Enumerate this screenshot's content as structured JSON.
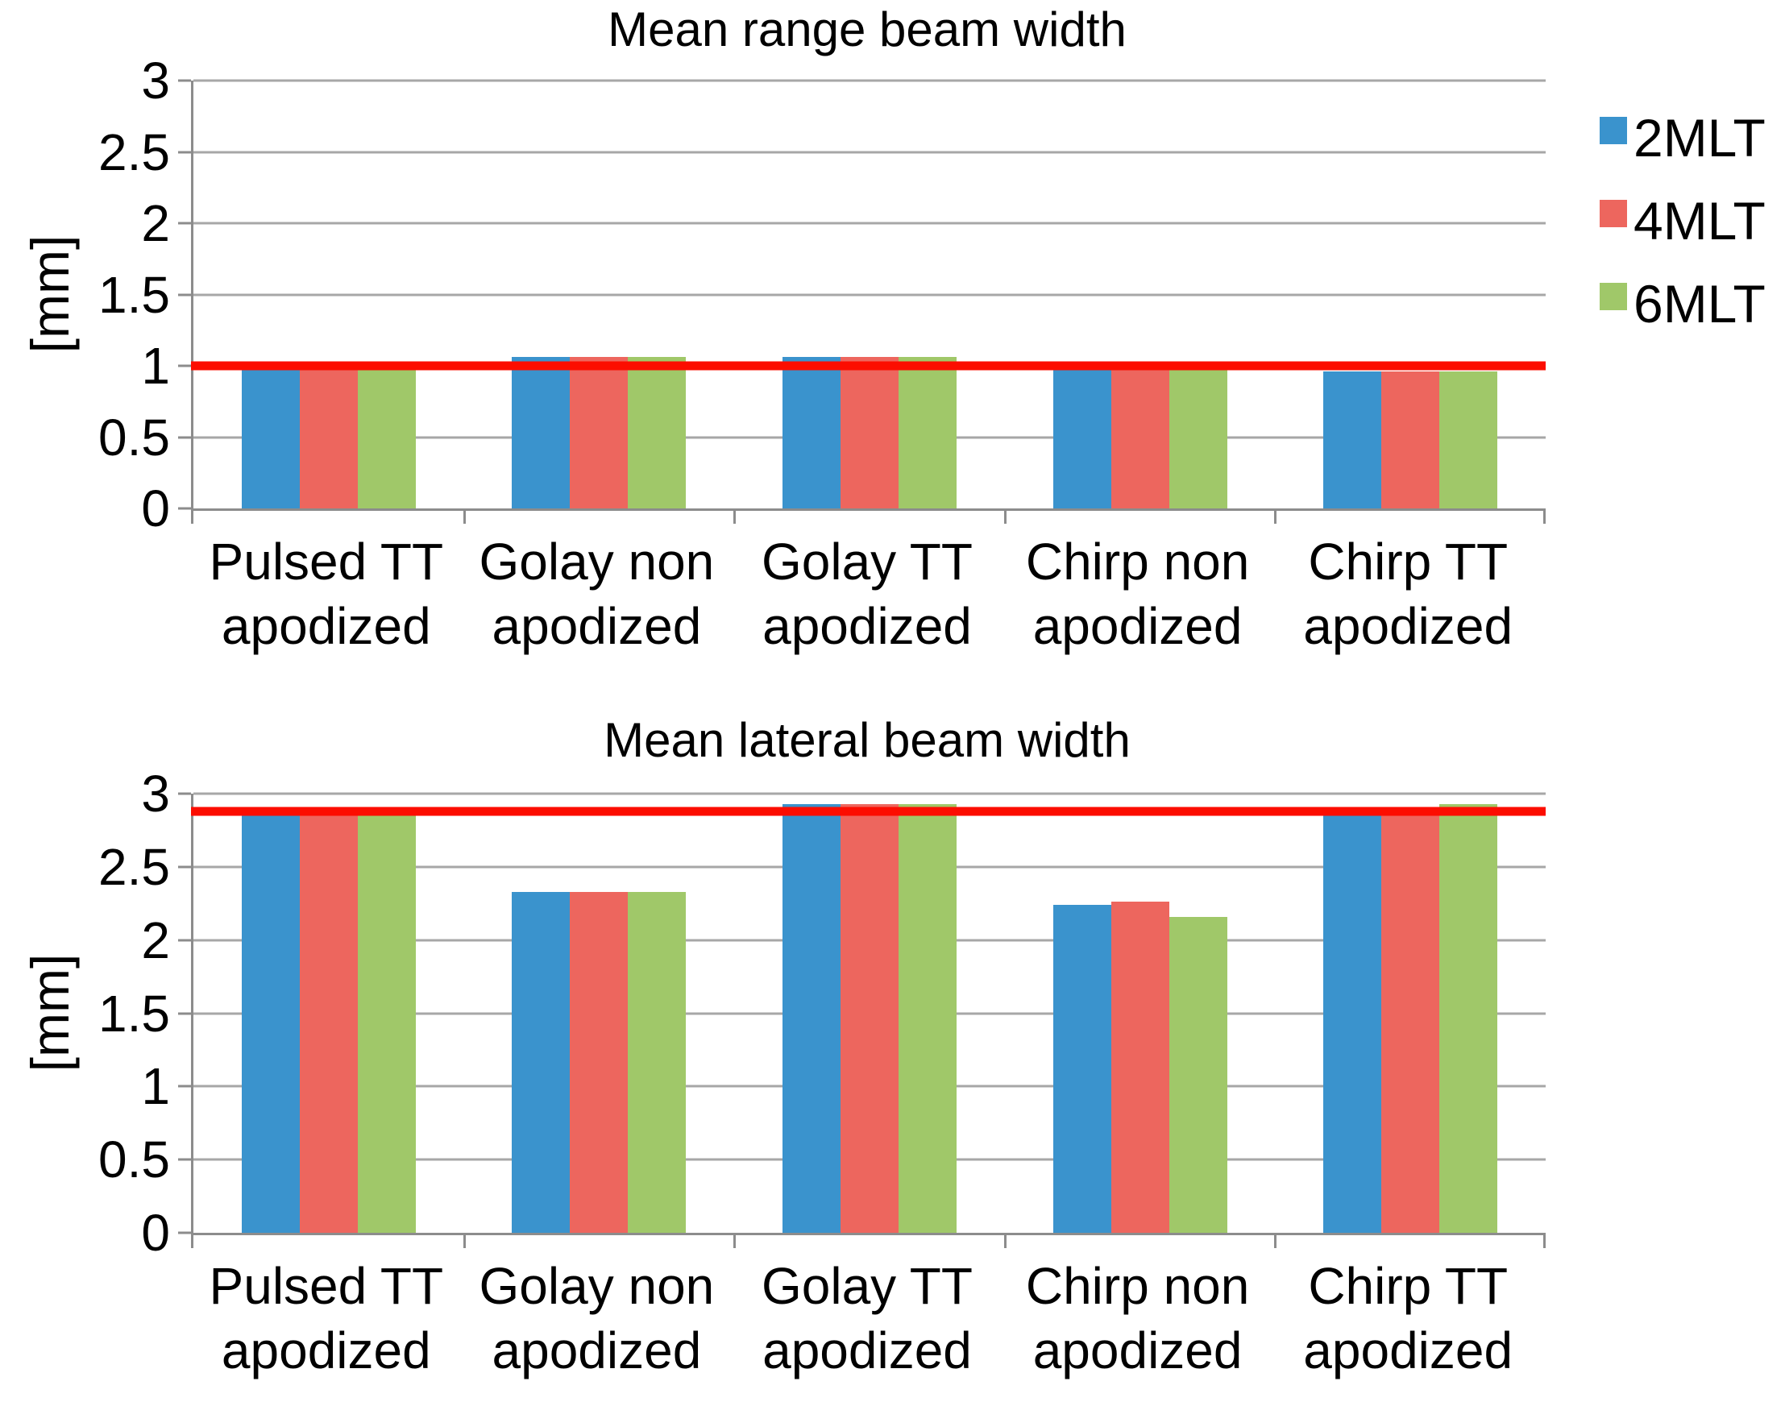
{
  "colors": {
    "series_blue": "#3A93CD",
    "series_red": "#ED665E",
    "series_green": "#A0C869",
    "reference_line": "#FC0D00",
    "gridline": "#A7A7A7",
    "axis": "#8C8C8C",
    "text": "#000000"
  },
  "legend": {
    "position": "right-of-top-chart",
    "items": [
      {
        "label": "2MLT",
        "color": "#3A93CD"
      },
      {
        "label": "4MLT",
        "color": "#ED665E"
      },
      {
        "label": "6MLT",
        "color": "#A0C869"
      }
    ]
  },
  "chart_data": [
    {
      "type": "bar",
      "title": "Mean range beam width",
      "xlabel": "",
      "ylabel": "[mm]",
      "ylim": [
        0,
        3
      ],
      "y_tick_step": 0.5,
      "y_ticks": [
        "3",
        "2.5",
        "2",
        "1.5",
        "1",
        "0.5",
        "0"
      ],
      "grid": true,
      "reference_line_value": 1.0,
      "categories": [
        [
          "Pulsed TT",
          "apodized"
        ],
        [
          "Golay non",
          "apodized"
        ],
        [
          "Golay TT",
          "apodized"
        ],
        [
          "Chirp non",
          "apodized"
        ],
        [
          "Chirp TT",
          "apodized"
        ]
      ],
      "series": [
        {
          "name": "2MLT",
          "color": "#3A93CD",
          "values": [
            0.97,
            1.06,
            1.06,
            1.02,
            0.96
          ]
        },
        {
          "name": "4MLT",
          "color": "#ED665E",
          "values": [
            0.97,
            1.06,
            1.06,
            0.99,
            0.96
          ]
        },
        {
          "name": "6MLT",
          "color": "#A0C869",
          "values": [
            0.97,
            1.06,
            1.06,
            1.02,
            0.96
          ]
        }
      ]
    },
    {
      "type": "bar",
      "title": "Mean lateral beam width",
      "xlabel": "",
      "ylabel": "[mm]",
      "ylim": [
        0,
        3
      ],
      "y_tick_step": 0.5,
      "y_ticks": [
        "3",
        "2.5",
        "2",
        "1.5",
        "1",
        "0.5",
        "0"
      ],
      "grid": true,
      "reference_line_value": 2.88,
      "categories": [
        [
          "Pulsed TT",
          "apodized"
        ],
        [
          "Golay non",
          "apodized"
        ],
        [
          "Golay TT",
          "apodized"
        ],
        [
          "Chirp non",
          "apodized"
        ],
        [
          "Chirp TT",
          "apodized"
        ]
      ],
      "series": [
        {
          "name": "2MLT",
          "color": "#3A93CD",
          "values": [
            2.85,
            2.33,
            2.93,
            2.24,
            2.86
          ]
        },
        {
          "name": "4MLT",
          "color": "#ED665E",
          "values": [
            2.85,
            2.33,
            2.93,
            2.26,
            2.86
          ]
        },
        {
          "name": "6MLT",
          "color": "#A0C869",
          "values": [
            2.85,
            2.33,
            2.93,
            2.16,
            2.93
          ]
        }
      ]
    }
  ]
}
